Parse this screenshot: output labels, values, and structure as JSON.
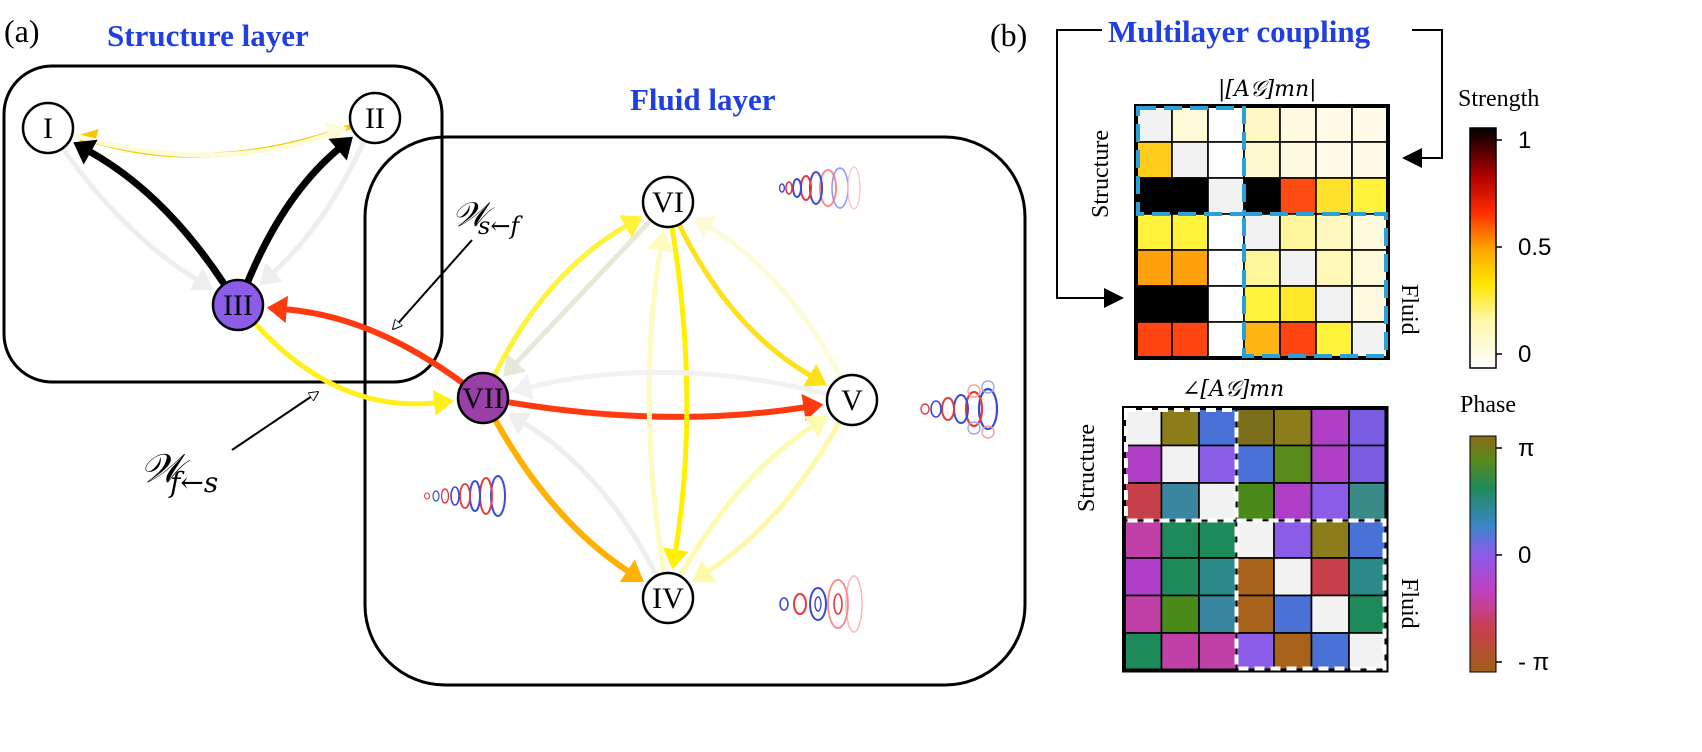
{
  "panel_a": {
    "label": "(a)",
    "structure_layer_title": "Structure layer",
    "fluid_layer_title": "Fluid layer",
    "w_sf_main": "𝒲",
    "w_sf_sub": "s←f",
    "w_fs_main": "𝒲",
    "w_fs_sub": "f←s",
    "nodes": [
      {
        "id": "I",
        "label": "I",
        "fill": "#ffffff"
      },
      {
        "id": "II",
        "label": "II",
        "fill": "#ffffff"
      },
      {
        "id": "III",
        "label": "III",
        "fill": "#8a5ce8"
      },
      {
        "id": "IV",
        "label": "IV",
        "fill": "#ffffff"
      },
      {
        "id": "V",
        "label": "V",
        "fill": "#ffffff"
      },
      {
        "id": "VI",
        "label": "VI",
        "fill": "#ffffff"
      },
      {
        "id": "VII",
        "label": "VII",
        "fill": "#9b3fa8"
      }
    ],
    "edges": [
      {
        "from": "II",
        "to": "I",
        "color": "#f5c800"
      },
      {
        "from": "I",
        "to": "II",
        "color": "#fdfbd8"
      },
      {
        "from": "III",
        "to": "I",
        "color": "#000000"
      },
      {
        "from": "III",
        "to": "II",
        "color": "#000000"
      },
      {
        "from": "I",
        "to": "III",
        "color": "#eeeeee"
      },
      {
        "from": "II",
        "to": "III",
        "color": "#eeeeee"
      },
      {
        "from": "VII",
        "to": "III",
        "color": "#ff3a10"
      },
      {
        "from": "III",
        "to": "VII",
        "color": "#ffef1a"
      },
      {
        "from": "VII",
        "to": "V",
        "color": "#ff3a10"
      },
      {
        "from": "VII",
        "to": "IV",
        "color": "#ffb000"
      },
      {
        "from": "VI",
        "to": "VII",
        "color": "#e8e8d8"
      },
      {
        "from": "VII",
        "to": "VI",
        "color": "#fff23a"
      },
      {
        "from": "VI",
        "to": "IV",
        "color": "#fff000"
      },
      {
        "from": "IV",
        "to": "VI",
        "color": "#fdfbc0"
      },
      {
        "from": "VI",
        "to": "V",
        "color": "#ffe11a"
      },
      {
        "from": "V",
        "to": "VI",
        "color": "#fdfbd8"
      },
      {
        "from": "V",
        "to": "VII",
        "color": "#f2f2f2"
      },
      {
        "from": "IV",
        "to": "V",
        "color": "#fdfbb0"
      },
      {
        "from": "V",
        "to": "IV",
        "color": "#fdf9a8"
      },
      {
        "from": "IV",
        "to": "VII",
        "color": "#eeeeee"
      }
    ]
  },
  "panel_b": {
    "label": "(b)",
    "title": "Multilayer coupling",
    "magnitude_title": "|[A𝒢]mn|",
    "phase_title": "∠[A𝒢]mn",
    "row_label_top": "Structure",
    "col_label_right": "Fluid",
    "row_label_bottom": "Structure",
    "col_label_right_bottom": "Fluid",
    "magnitude_matrix": [
      [
        "#f2f2f2",
        "#fffbd8",
        "#ffffff",
        "#fff7c4",
        "#fffae0",
        "#fffbe6",
        "#fffbe8"
      ],
      [
        "#ffcc1a",
        "#f2f2f2",
        "#ffffff",
        "#fff8d0",
        "#fffbe0",
        "#fffbe6",
        "#fffbe8"
      ],
      [
        "#000000",
        "#000000",
        "#f2f2f2",
        "#000000",
        "#ff4a12",
        "#ffe02a",
        "#fff23a"
      ],
      [
        "#fff23a",
        "#fff23a",
        "#ffffff",
        "#f2f2f2",
        "#fff59a",
        "#fff8c0",
        "#fffbe0"
      ],
      [
        "#ffa10d",
        "#ffa10d",
        "#ffffff",
        "#fff59a",
        "#f2f2f2",
        "#fff8b8",
        "#fffbd8"
      ],
      [
        "#000000",
        "#000000",
        "#ffffff",
        "#fff23a",
        "#ffe82a",
        "#f2f2f2",
        "#fffae0"
      ],
      [
        "#ff4612",
        "#ff4612",
        "#ffffff",
        "#ffb514",
        "#ff4612",
        "#fff23a",
        "#f2f2f2"
      ]
    ],
    "phase_matrix": [
      [
        "#f2f2f2",
        "#8a7d1a",
        "#4a72d6",
        "#7a6e1a",
        "#8a7d1a",
        "#b03fc8",
        "#7a5ce0"
      ],
      [
        "#b03fc8",
        "#f2f2f2",
        "#8a5ce8",
        "#4a72d6",
        "#5a8a1a",
        "#b03fc8",
        "#7a5ce0"
      ],
      [
        "#c8404a",
        "#3a86a0",
        "#f2f2f2",
        "#4a8a1a",
        "#b03fc8",
        "#8a5ce8",
        "#3a8a8a"
      ],
      [
        "#c040a8",
        "#1e8a5a",
        "#1e8a5a",
        "#f2f2f2",
        "#8a5ce8",
        "#8a7d1a",
        "#4a72d6"
      ],
      [
        "#b03fc8",
        "#1e8a5a",
        "#2a8a8a",
        "#a8621a",
        "#f2f2f2",
        "#c8404a",
        "#2a8a8a"
      ],
      [
        "#c040a8",
        "#4a8a1a",
        "#3a86a0",
        "#a8621a",
        "#4a72d6",
        "#f2f2f2",
        "#1e8a5a"
      ],
      [
        "#1e8a5a",
        "#c040a8",
        "#c040a8",
        "#8a5ce8",
        "#a8621a",
        "#4a72d6",
        "#f2f2f2"
      ]
    ],
    "strength_colorbar": {
      "title": "Strength",
      "ticks": [
        "1",
        "0.5",
        "0"
      ],
      "ticks_value": [
        1,
        0.5,
        0
      ]
    },
    "phase_colorbar": {
      "title": "Phase",
      "ticks": [
        "π",
        "0",
        "- π"
      ],
      "ticks_value": [
        3.14159,
        0,
        -3.14159
      ]
    }
  }
}
